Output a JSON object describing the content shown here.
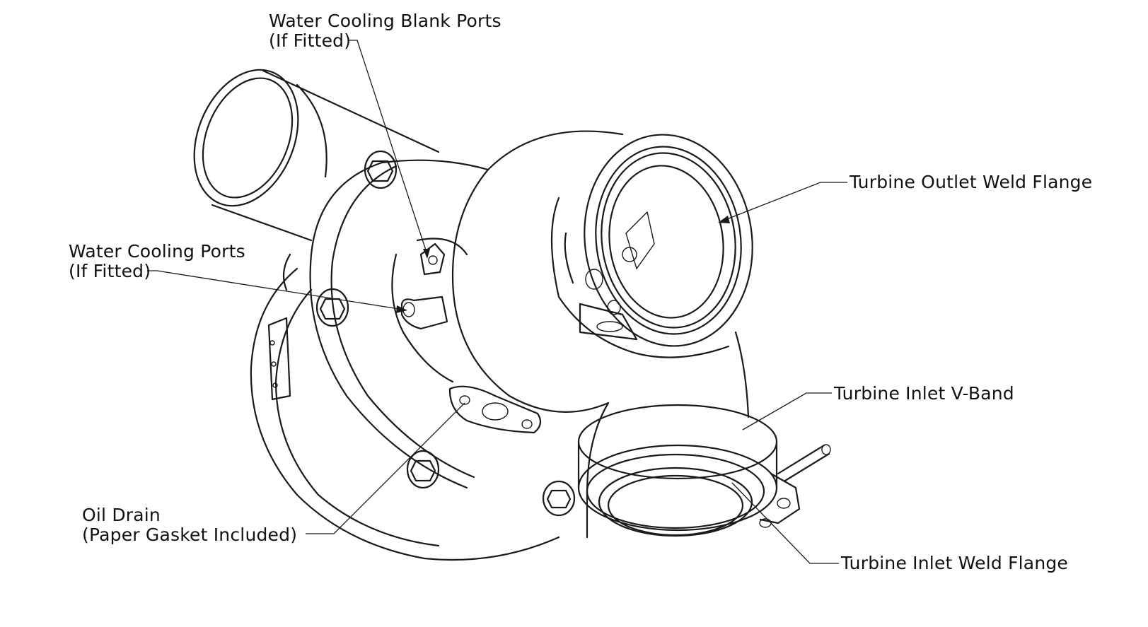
{
  "labels": {
    "water_blank_line1": "Water Cooling Blank Ports",
    "water_blank_line2": "(If Fitted)",
    "water_ports_line1": "Water Cooling Ports",
    "water_ports_line2": "(If Fitted)",
    "oil_drain_line1": "Oil Drain",
    "oil_drain_line2": "(Paper Gasket Included)",
    "turbine_outlet": "Turbine Outlet Weld Flange",
    "turbine_inlet_vband": "Turbine Inlet V-Band",
    "turbine_inlet_weld": "Turbine Inlet Weld Flange"
  },
  "colors": {
    "line": "#1a1a1a",
    "text": "#111111",
    "background": "#ffffff"
  }
}
